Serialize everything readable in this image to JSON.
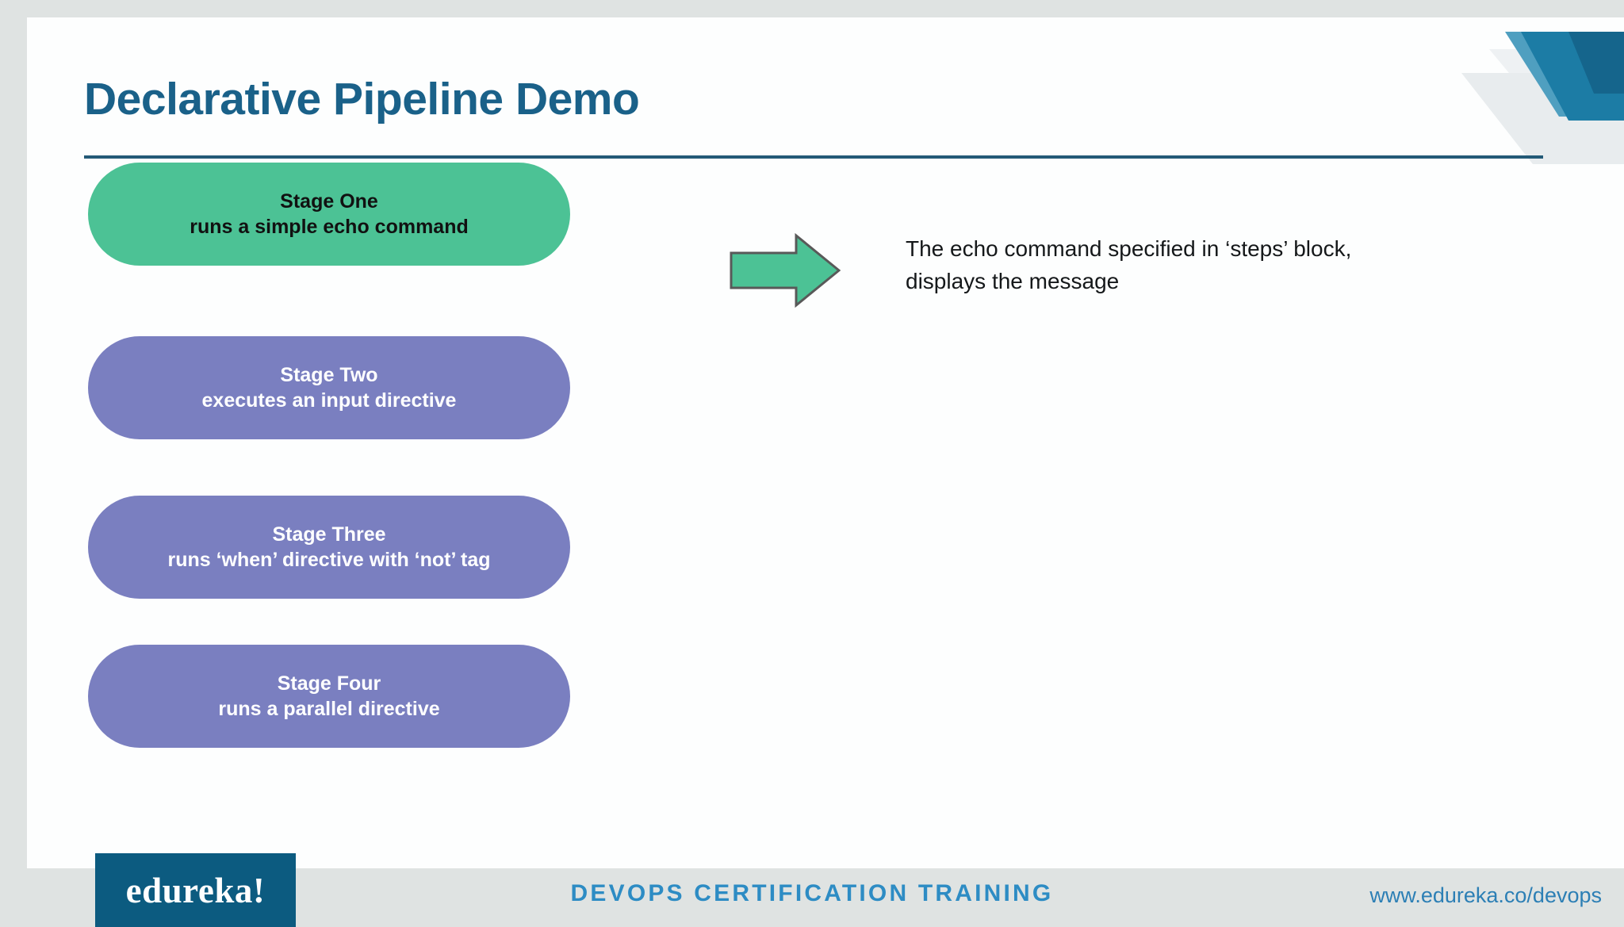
{
  "slide": {
    "title": "Declarative Pipeline Demo",
    "colors": {
      "title_blue": "#1a6189",
      "rule_blue": "#235a77",
      "pill_green": "#4cc295",
      "pill_purple": "#7a7fc0",
      "arrow_green": "#4cc295",
      "arrow_outline": "#595959",
      "logo_box": "#0c5b80",
      "footer_blue": "#2d8cc4",
      "url_blue": "#2c7fb5",
      "page_background": "#dfe3e2",
      "slide_background": "#fdfefe"
    }
  },
  "stages": [
    {
      "name": "stage-one",
      "title": "Stage One",
      "subtitle": "runs a simple echo command",
      "variant": "green"
    },
    {
      "name": "stage-two",
      "title": "Stage Two",
      "subtitle": "executes an input directive",
      "variant": "purple"
    },
    {
      "name": "stage-three",
      "title": "Stage Three",
      "subtitle": "runs ‘when’ directive with ‘not’ tag",
      "variant": "purple"
    },
    {
      "name": "stage-four",
      "title": "Stage Four",
      "subtitle": "runs a parallel directive",
      "variant": "purple"
    }
  ],
  "callout": {
    "arrow_icon": "right-block-arrow-icon",
    "line1": "The echo command specified in ‘steps’ block,",
    "line2": "displays the message"
  },
  "footer": {
    "logo_text": "edureka!",
    "center_text": "DEVOPS CERTIFICATION TRAINING",
    "url": "www.edureka.co/devops"
  }
}
